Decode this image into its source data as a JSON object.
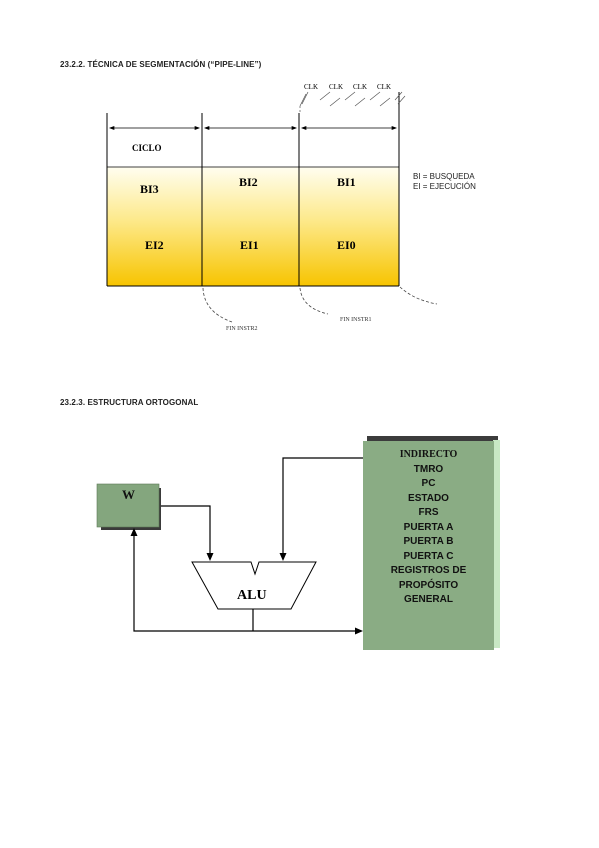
{
  "section1": {
    "heading": "23.2.2. TÉCNICA DE SEGMENTACIÓN (“PIPE-LINE”)",
    "clk_labels": [
      "CLK",
      "CLK",
      "CLK",
      "CLK"
    ],
    "ciclo_label": "CICLO",
    "row1": [
      "BI3",
      "BI2",
      "BI1"
    ],
    "row2": [
      "EI2",
      "EI1",
      "EI0"
    ],
    "legend": [
      "BI = BUSQUEDA",
      "EI = EJECUCIÓN"
    ],
    "fin_instr2": "FIN INSTR2",
    "fin_instr1": "FIN INSTR1",
    "colors": {
      "gradient_top": "#fffde8",
      "gradient_bottom": "#f7c600"
    }
  },
  "section2": {
    "heading": "23.2.3. ESTRUCTURA ORTOGONAL",
    "w_label": "W",
    "alu_label": "ALU",
    "registers": [
      "INDIRECTO",
      "TMRO",
      "PC",
      "ESTADO",
      "FRS",
      "PUERTA A",
      "PUERTA B",
      "PUERTA C",
      "REGISTROS DE",
      "PROPÓSITO",
      "GENERAL"
    ],
    "colors": {
      "box_fill": "#8aac84",
      "box_shadow": "#3c3c3c",
      "box_side": "#c4e4c4"
    }
  }
}
